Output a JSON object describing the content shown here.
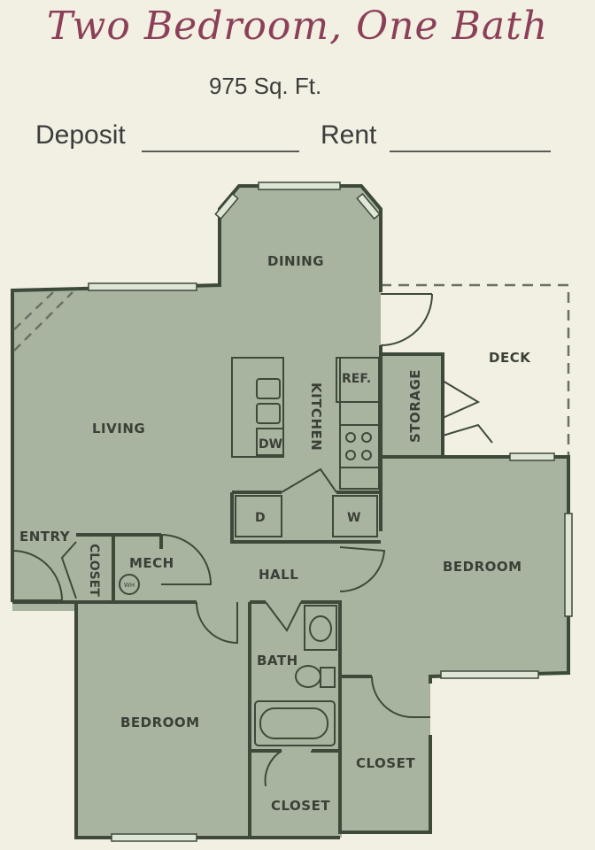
{
  "header": {
    "title": "Two Bedroom, One Bath",
    "sqft": "975 Sq. Ft.",
    "deposit_label": "Deposit",
    "rent_label": "Rent"
  },
  "rooms": {
    "dining": "DINING",
    "deck": "DECK",
    "living": "LIVING",
    "kitchen": "KITCHEN",
    "ref": "REF.",
    "dw": "DW",
    "storage": "STORAGE",
    "dryer": "D",
    "washer": "W",
    "entry": "ENTRY",
    "closet_entry": "CLOSET",
    "mech": "MECH",
    "water_heater": "WH",
    "hall": "HALL",
    "bedroom_right": "BEDROOM",
    "bath": "BATH",
    "bedroom_left": "BEDROOM",
    "closet_right": "CLOSET",
    "closet_bottom": "CLOSET"
  },
  "colors": {
    "floor": "#a9b4a0",
    "wall": "#3d4a3a",
    "title": "#8c3f58",
    "background": "#f2f0e2"
  }
}
